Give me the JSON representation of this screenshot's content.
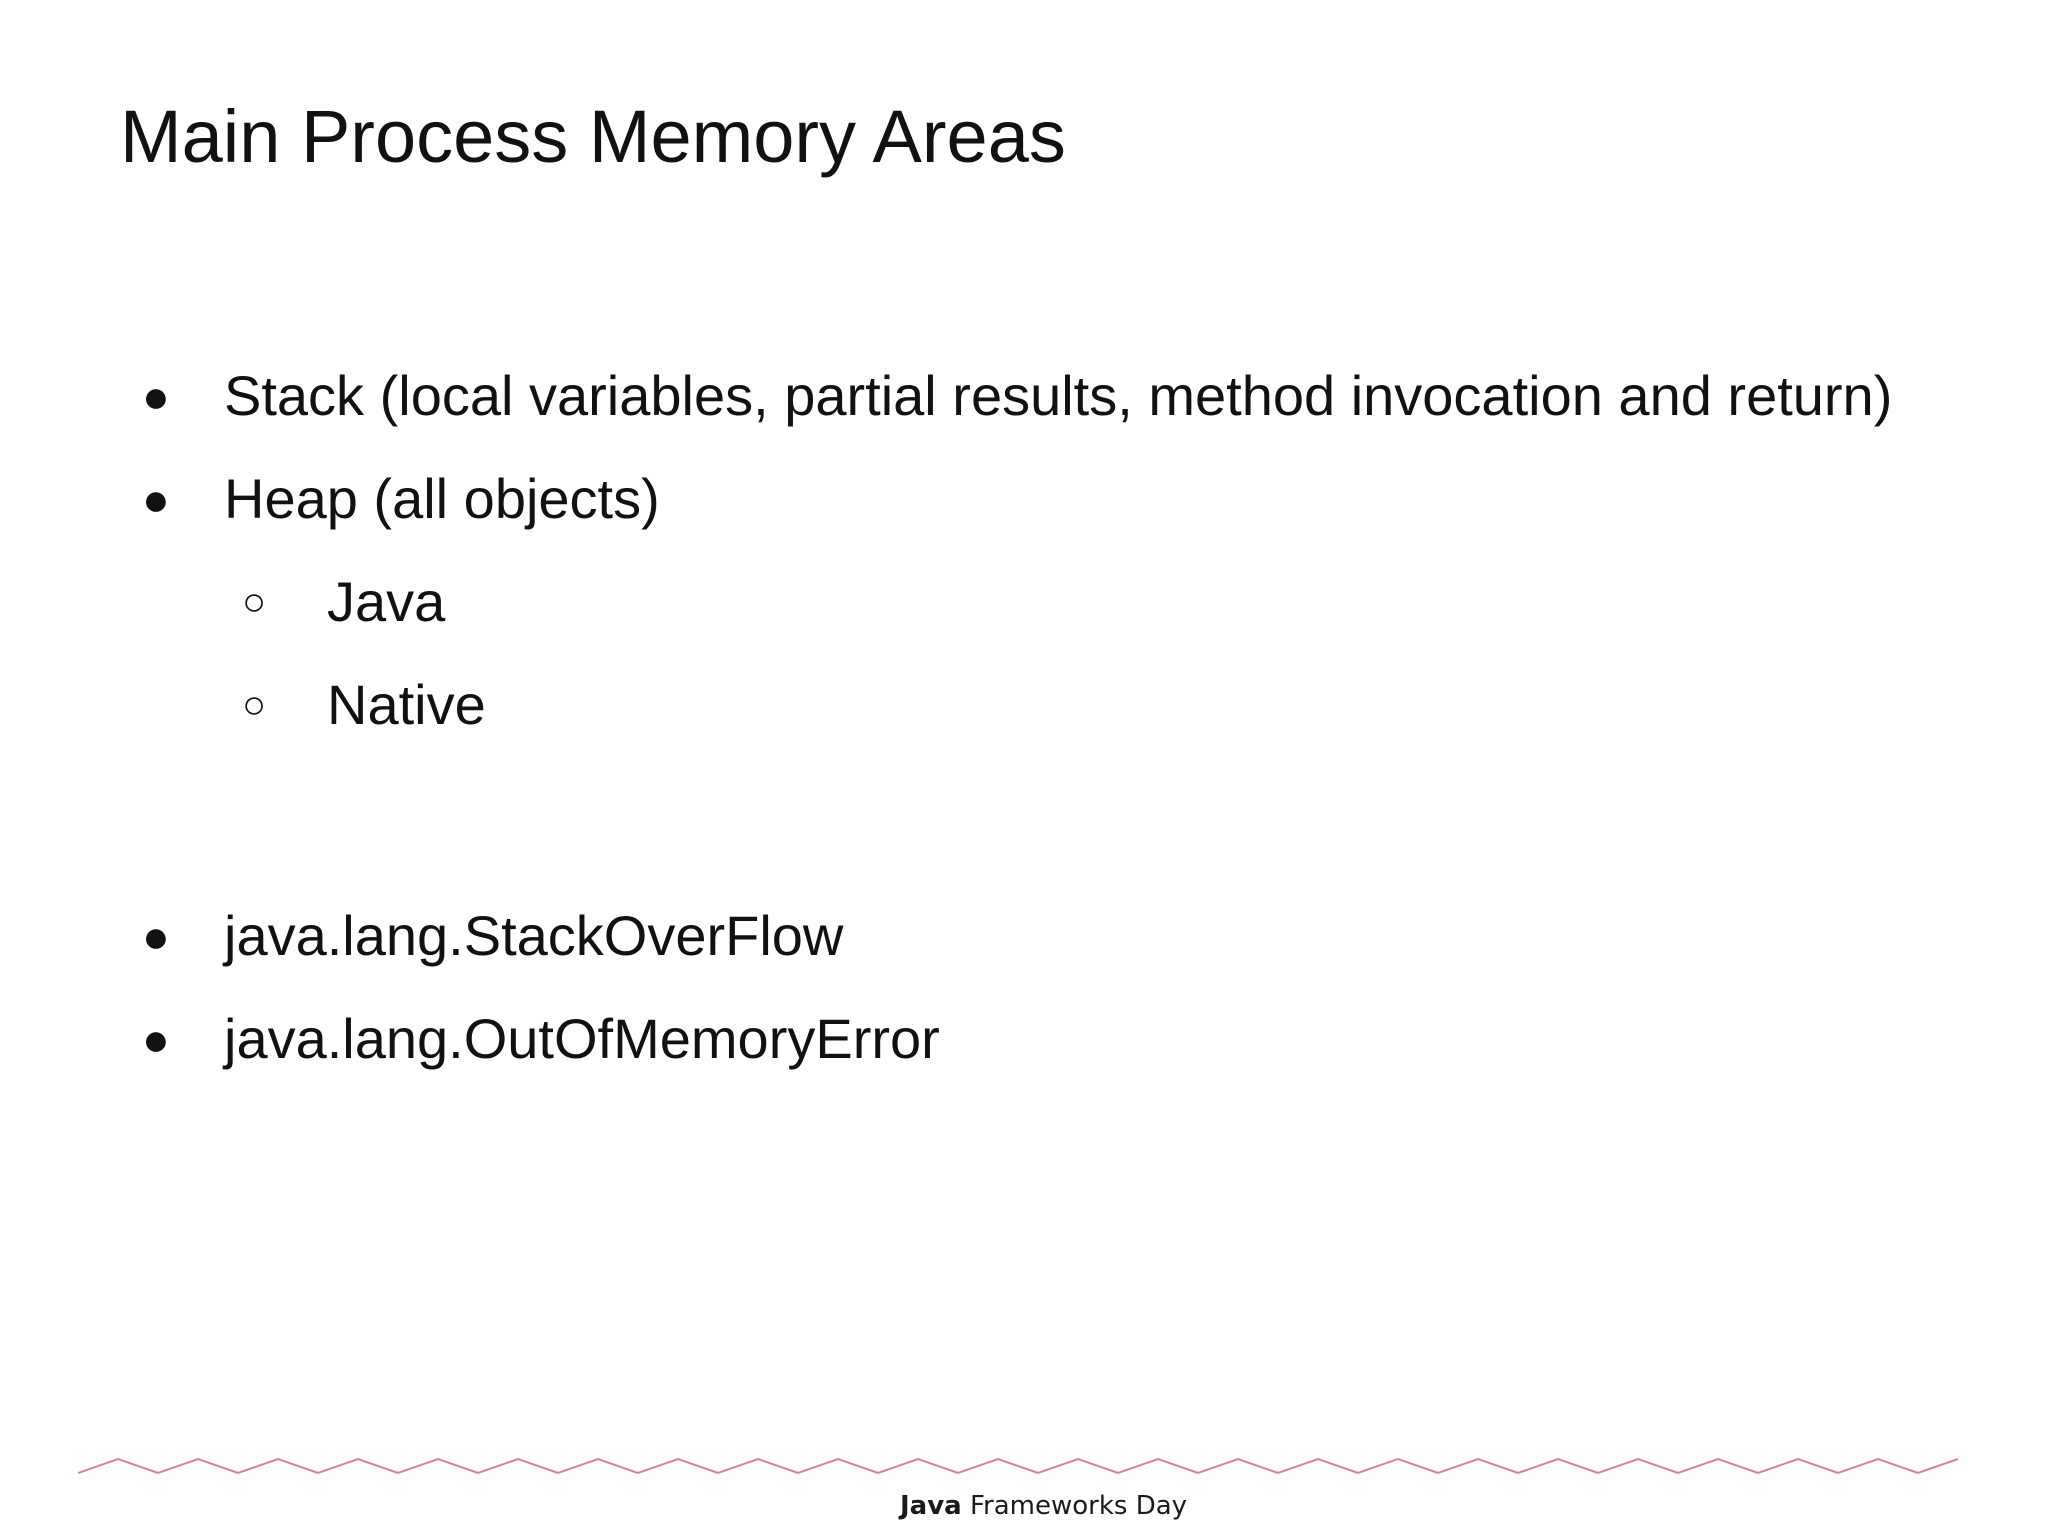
{
  "slide": {
    "title": "Main Process Memory Areas",
    "bullets": [
      {
        "level": 1,
        "marker": "●",
        "text": "Stack (local variables, partial results, method invocation and return)"
      },
      {
        "level": 1,
        "marker": "●",
        "text": "Heap (all objects)"
      },
      {
        "level": 2,
        "marker": "○",
        "text": "Java"
      },
      {
        "level": 2,
        "marker": "○",
        "text": "Native"
      },
      {
        "level": 1,
        "marker": "●",
        "text": "java.lang.StackOverFlow"
      },
      {
        "level": 1,
        "marker": "●",
        "text": "java.lang.OutOfMemoryError"
      }
    ]
  },
  "footer": {
    "logo_bold": "Java",
    "logo_rest": " Frameworks Day",
    "wave_color": "#d9828f"
  }
}
